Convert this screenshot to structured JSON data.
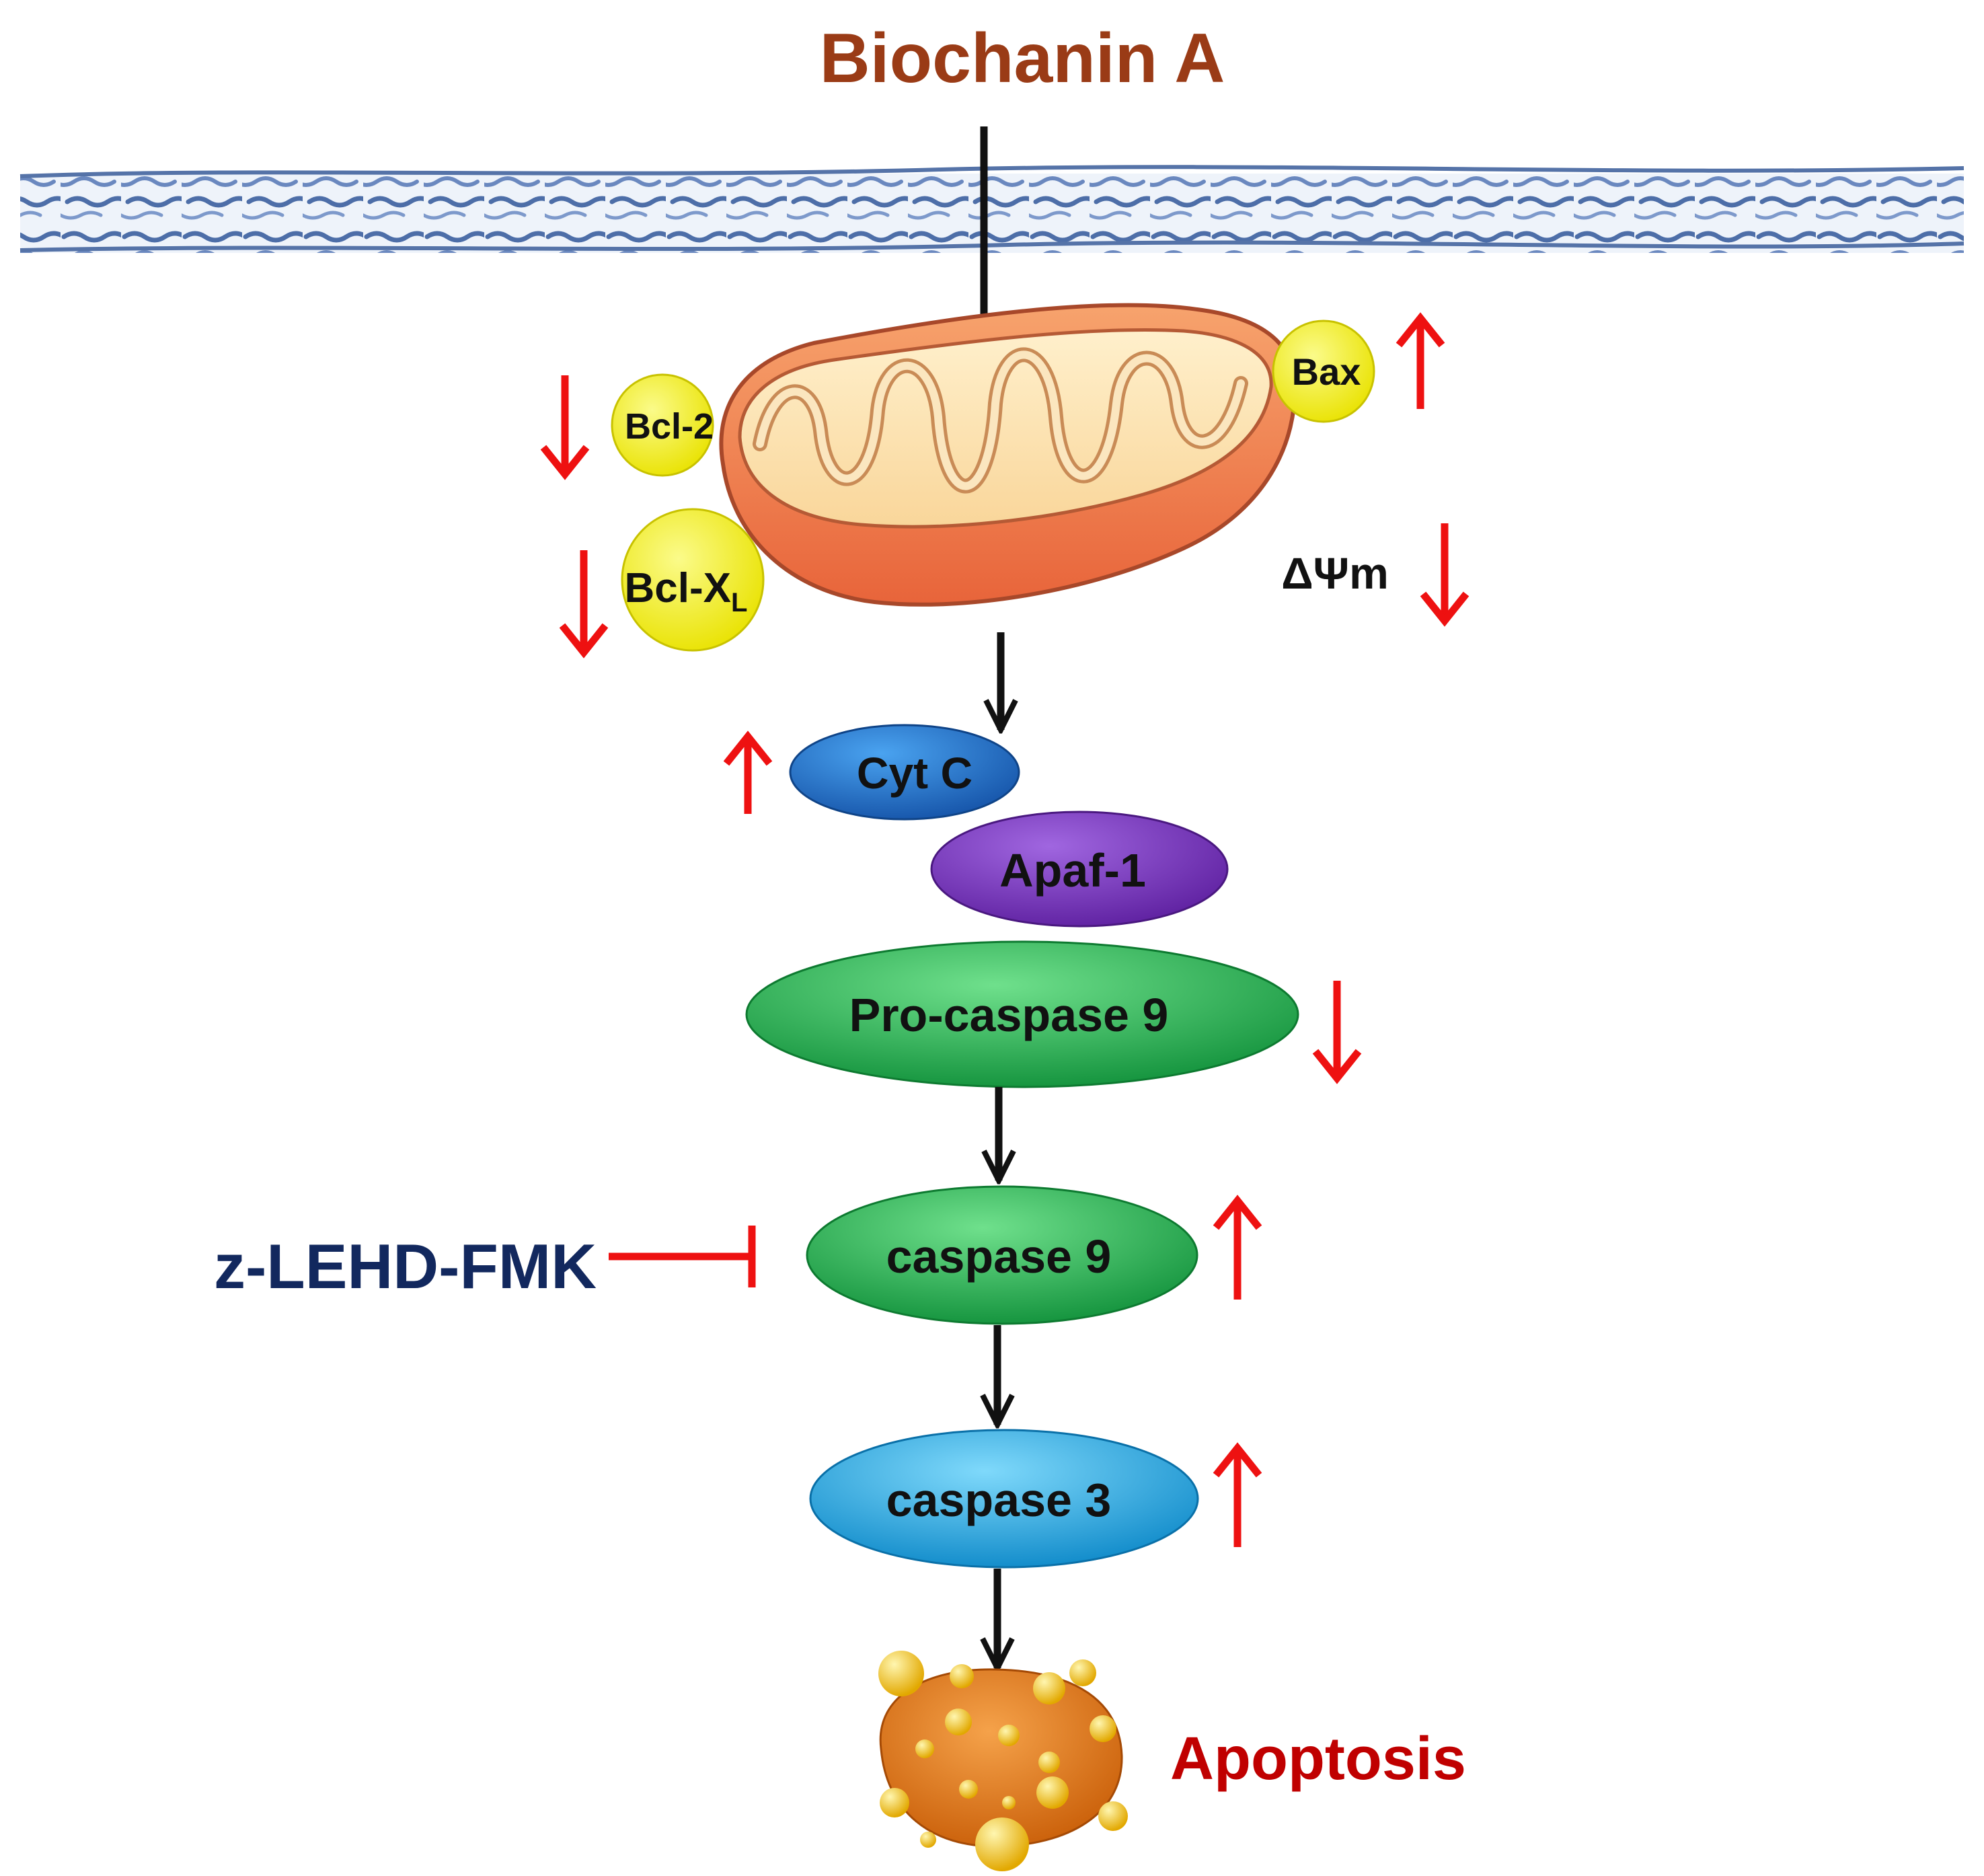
{
  "title": "Biochanin A",
  "inhibitor": "z-LEHD-FMK",
  "outcome": "Apoptosis",
  "nodes": {
    "bcl2": "Bcl-2",
    "bclxl_main": "Bcl-X",
    "bclxl_sub": "L",
    "bax": "Bax",
    "dpsi": "ΔΨm",
    "cytc": "Cyt C",
    "apaf1": "Apaf-1",
    "procasp9": "Pro-caspase 9",
    "casp9": "caspase 9",
    "casp3": "caspase 3"
  },
  "regulation": {
    "bcl2": "down",
    "bclxl": "down",
    "bax": "up",
    "dpsi": "down",
    "cytc": "up",
    "procasp9": "down",
    "casp9": "up",
    "casp3": "up"
  },
  "colors": {
    "title": "#9a3b16",
    "inhibitor": "#12285e",
    "outcome": "#c00000",
    "regulation_arrow": "#ee1111",
    "flow_arrow": "#111111",
    "bcl_protein": "#f3f000",
    "cytc": "#1f6fc8",
    "apaf1": "#7a35c0",
    "caspase9": "#19b04c",
    "caspase3": "#1aa8e6",
    "mito_outer": "#ee8050",
    "mito_inner": "#fde1ad",
    "membrane": "#5a7ab0",
    "apoptotic_cell": "#e07c14",
    "blebs": "#f2c21a"
  }
}
